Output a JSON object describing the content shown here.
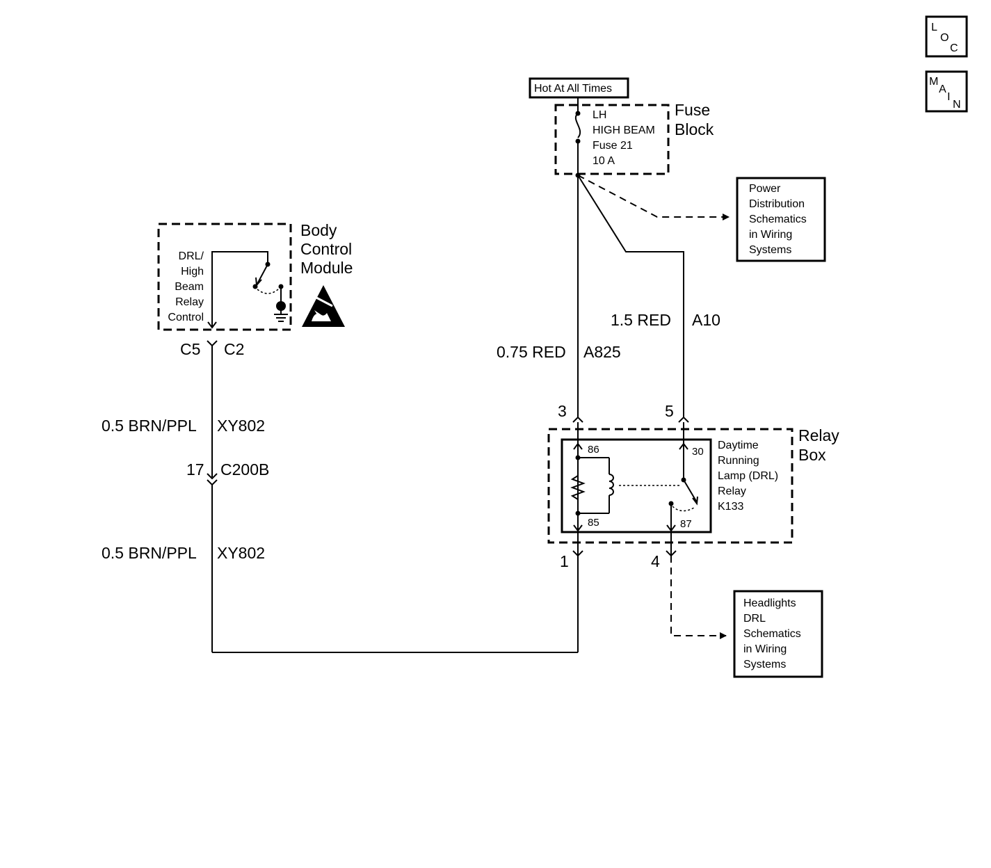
{
  "nav": {
    "loc": [
      "L",
      "O",
      "C"
    ],
    "main": [
      "M",
      "A",
      "I",
      "N"
    ]
  },
  "fuse_block": {
    "supply_label": "Hot At All Times",
    "title_line1": "Fuse",
    "title_line2": "Block",
    "fuse_lines": [
      "LH",
      "HIGH BEAM",
      "Fuse 21",
      "10 A"
    ]
  },
  "power_ref": {
    "lines": [
      "Power",
      "Distribution",
      "Schematics",
      "in Wiring",
      "Systems"
    ]
  },
  "bcm": {
    "title_lines": [
      "Body",
      "Control",
      "Module"
    ],
    "switch_lines": [
      "DRL/",
      "High",
      "Beam",
      "Relay",
      "Control"
    ],
    "connector_left": "C5",
    "connector_right": "C2"
  },
  "wires": {
    "bcm_upper": {
      "size_color": "0.5 BRN/PPL",
      "circuit": "XY802"
    },
    "bcm_lower": {
      "size_color": "0.5 BRN/PPL",
      "circuit": "XY802"
    },
    "inline_connector": {
      "pin": "17",
      "name": "C200B"
    },
    "fuse_to_pin3": {
      "size_color": "0.75 RED",
      "circuit": "A825"
    },
    "fuse_to_pin5": {
      "size_color": "1.5 RED",
      "circuit": "A10"
    }
  },
  "relay_box": {
    "title_line1": "Relay",
    "title_line2": "Box",
    "pins": {
      "p3": "3",
      "p5": "5",
      "p1": "1",
      "p4": "4"
    },
    "relay_lines": [
      "Daytime",
      "Running",
      "Lamp (DRL)",
      "Relay",
      "K133"
    ],
    "terminals": {
      "t86": "86",
      "t85": "85",
      "t30": "30",
      "t87": "87"
    }
  },
  "headlights_ref": {
    "lines": [
      "Headlights",
      "DRL",
      "Schematics",
      "in Wiring",
      "Systems"
    ]
  }
}
